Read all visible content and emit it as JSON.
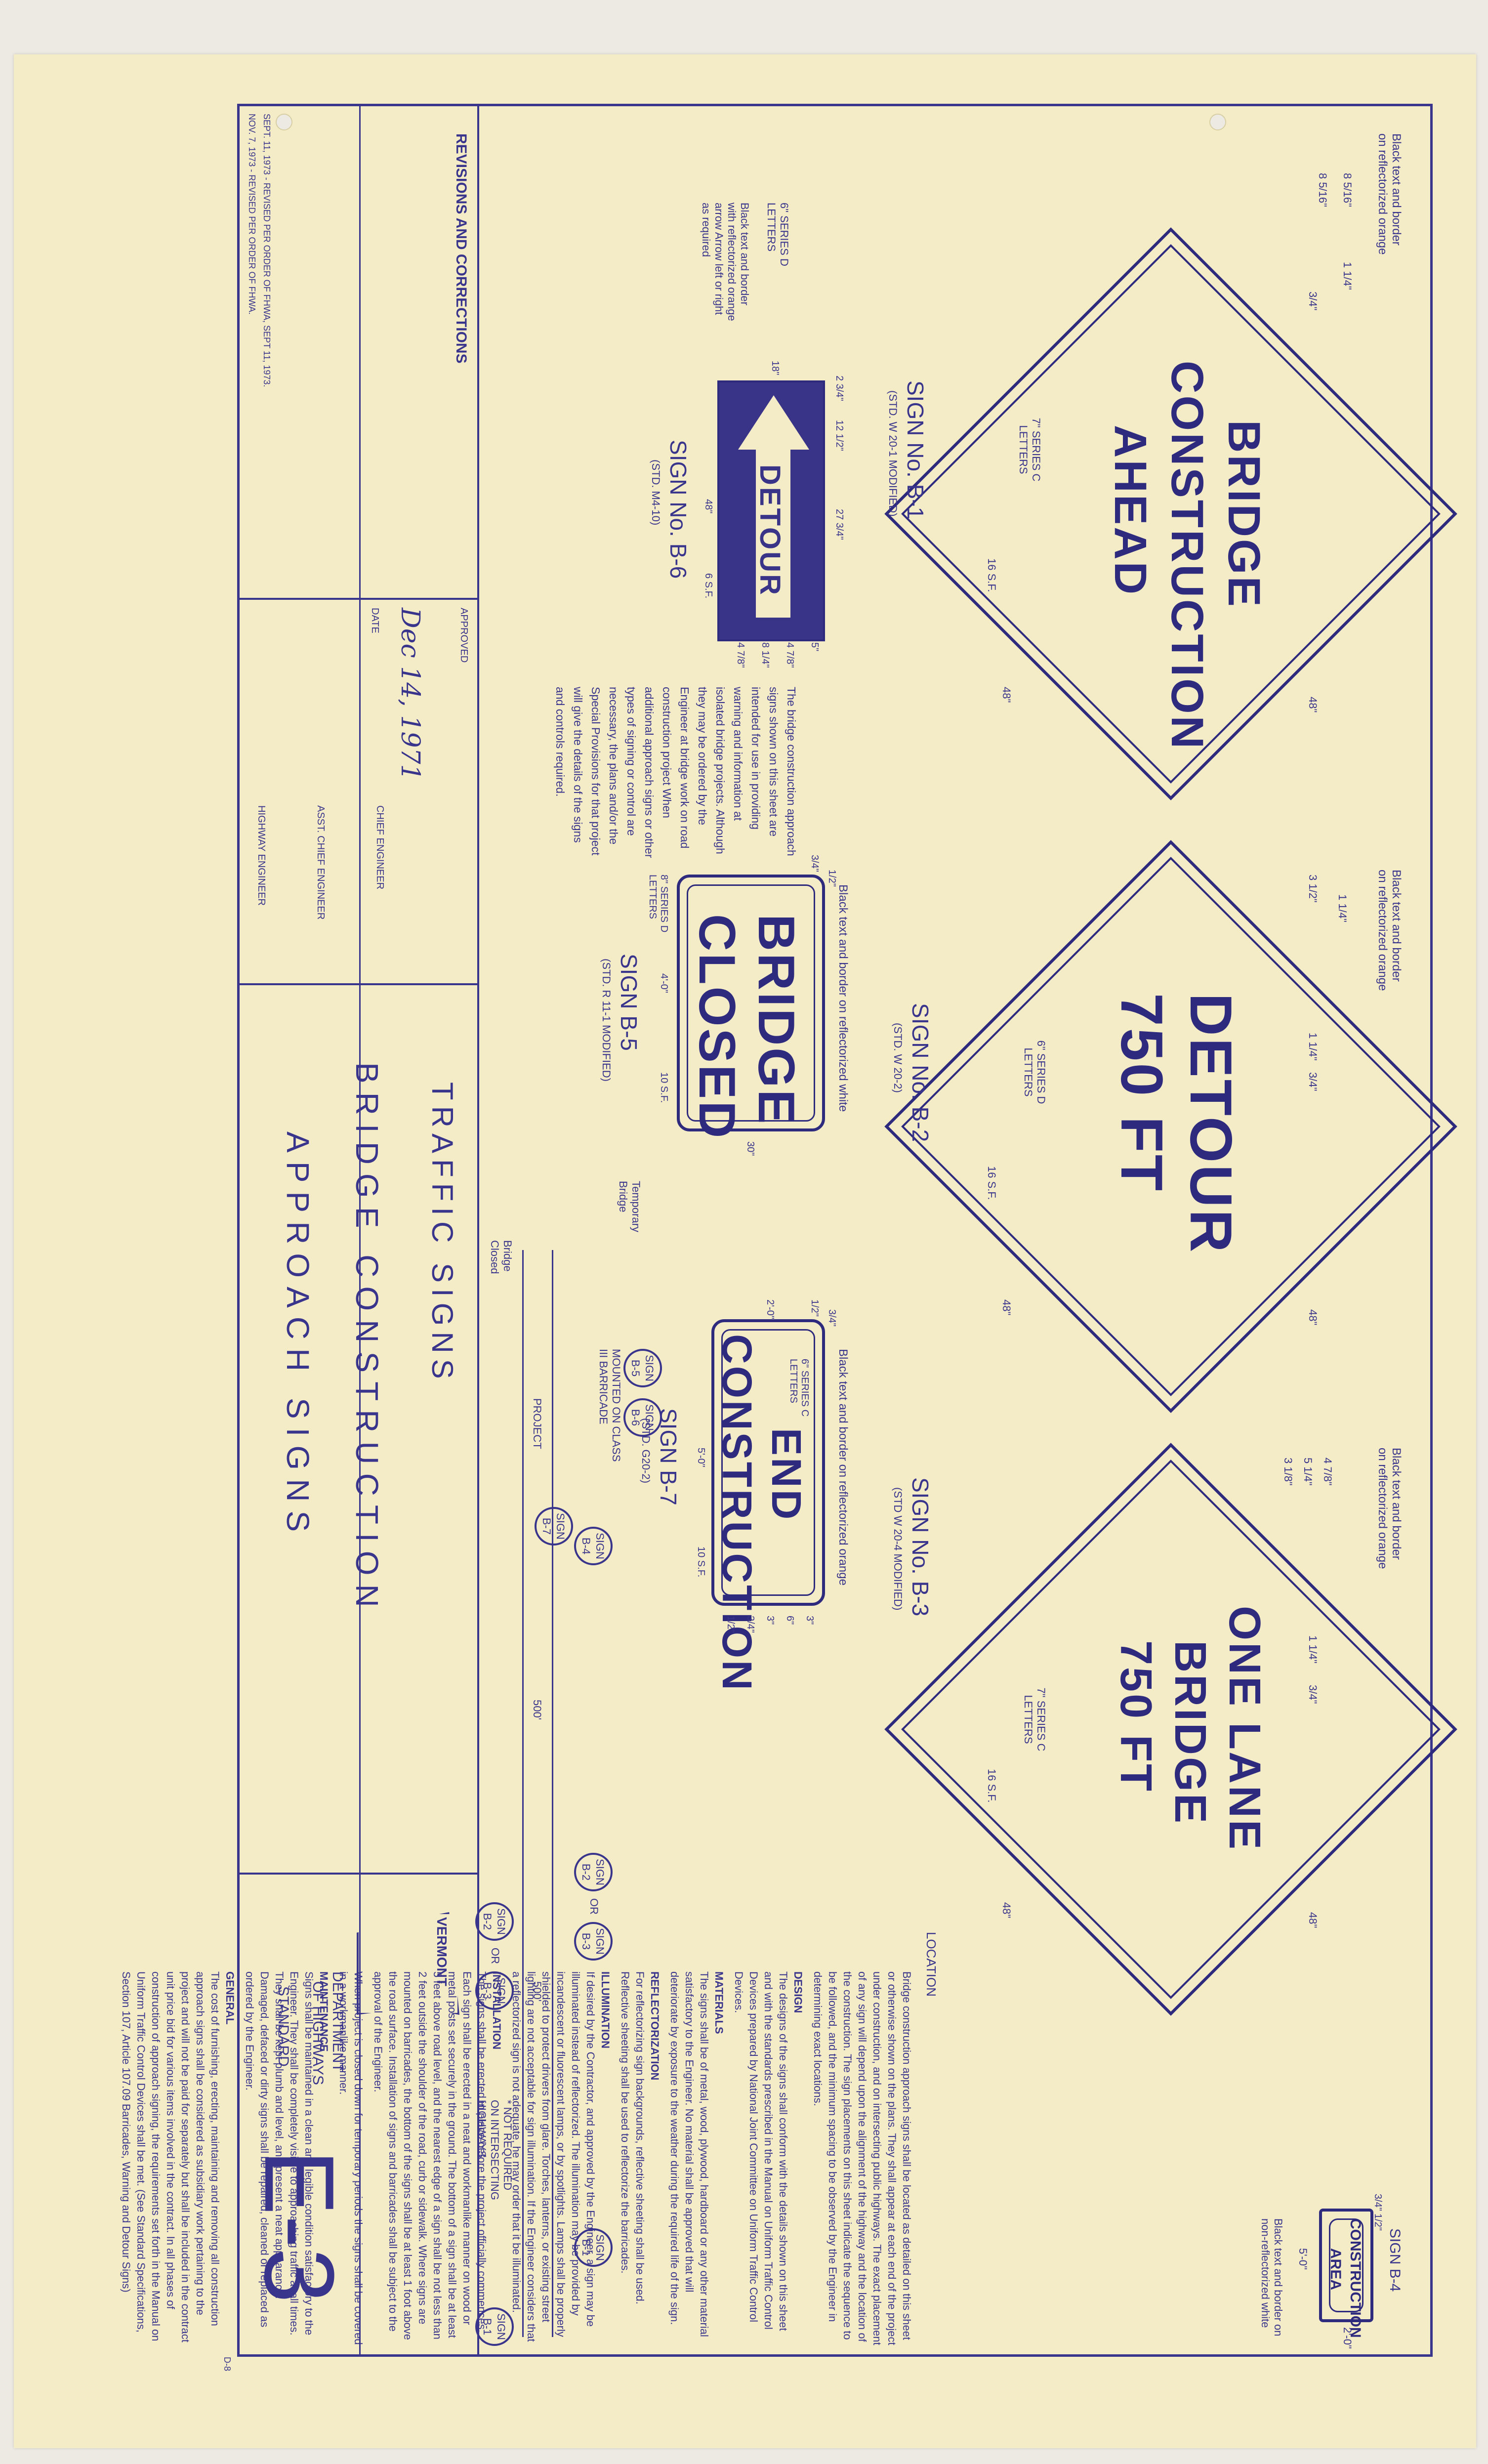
{
  "signs": {
    "b1": {
      "lines": [
        "BRIDGE",
        "CONSTRUCTION",
        "AHEAD"
      ],
      "note": "Black text and border on reflectorized orange",
      "caption": "SIGN No. B-1",
      "std": "(STD. W 20-1 MODIFIED)",
      "letters": "7\" SERIES C LETTERS",
      "dims": [
        "1 1/4\"",
        "3/4\"",
        "8 5/16\"",
        "8 5/16\"",
        "16 S.F.",
        "48\"",
        "48\""
      ]
    },
    "b2": {
      "lines": [
        "DETOUR",
        "750 FT"
      ],
      "note": "Black text and border on reflectorized orange",
      "caption": "SIGN No. B-2",
      "std": "(STD. W 20-2)",
      "letters": "6\" SERIES D LETTERS",
      "dims": [
        "1 1/4\"",
        "3 1/2\"",
        "1 1/4\"",
        "3/4\"",
        "16 S.F.",
        "48\"",
        "48\""
      ]
    },
    "b3": {
      "lines": [
        "ONE LANE",
        "BRIDGE",
        "750 FT"
      ],
      "note": "Black text and border on reflectorized orange",
      "caption": "SIGN No. B-3",
      "std": "(STD W 20-4 MODIFIED)",
      "letters": "7\" SERIES C LETTERS",
      "dims": [
        "4 7/8\"",
        "5 1/4\"",
        "3 1/8\"",
        "1 1/4\"",
        "3/4\"",
        "16 S.F.",
        "48\"",
        "48\""
      ]
    },
    "b4": {
      "lines": [
        "CONSTRUCTION",
        "AREA"
      ],
      "caption": "SIGN B-4",
      "note": "Black text and border on non-reflectorized white",
      "dims": [
        "3/4\"",
        "1/2\"",
        "5'-0\"",
        "2'-0\""
      ]
    },
    "b5": {
      "lines": [
        "BRIDGE",
        "CLOSED"
      ],
      "note": "Black text and border on reflectorized white",
      "caption": "SIGN B-5",
      "std": "(STD. R 11-1 MODIFIED)",
      "letters": "8\" SERIES D LETTERS",
      "dims": [
        "1/2\"",
        "3/4\"",
        "4'-0\"",
        "10 S.F.",
        "30\""
      ]
    },
    "b6": {
      "word": "DETOUR",
      "caption": "SIGN No. B-6",
      "std": "(STD. M4-10)",
      "letters": "6\" SERIES D LETTERS",
      "note": "Black text and border with reflectorized orange arrow Arrow left or right as required",
      "dims": [
        "2 3/4\"",
        "12 1/2\"",
        "27 3/4\"",
        "5\"",
        "18\"",
        "48\"",
        "6 S.F.",
        "4 7/8\"",
        "8 1/4\"",
        "4 7/8\""
      ]
    },
    "b7": {
      "lines": [
        "END",
        "CONSTRUCTION"
      ],
      "note": "Black text and border on reflectorized orange",
      "caption": "SIGN B-7",
      "std": "(STD. G20-2)",
      "letters": "6\" SERIES C LETTERS",
      "dims": [
        "3/4\"",
        "1/2\"",
        "2'-0\"",
        "5'-0\"",
        "10 S.F.",
        "3\"",
        "6\"",
        "3\"",
        "3/4\"",
        "1/2\""
      ]
    }
  },
  "approach_text": "The bridge construction approach signs shown on this sheet are intended for use in providing warning and information at isolated bridge projects. Although they may be ordered by the Engineer at bridge work on road construction project When additional approach signs or other types of signing or control are necessary, the plans and/or the Special Provisions for that project will give the details of the signs and controls required.",
  "layout": {
    "temporary_bridge": "Temporary Bridge",
    "bridge_closed": "Bridge Closed",
    "mounted": "MOUNTED ON CLASS III BARRICADE",
    "project": "PROJECT",
    "d500a": "500'",
    "d500b": "500'",
    "or1": "OR",
    "or2": "OR",
    "not_required": "* NOT REQUIRED ON INTERSECTING HIGHWAYS",
    "location": "LOCATION",
    "circles": {
      "b5": "SIGN B-5",
      "b6": "SIGN B-6",
      "b7": "SIGN B-7",
      "b4": "SIGN B-4",
      "b2a": "SIGN B-2",
      "b3a": "SIGN B-3",
      "b2b": "SIGN B-2",
      "b3b": "SIGN B-3",
      "b1a": "SIGN B-1",
      "b1b": "SIGN B-1"
    }
  },
  "notes": {
    "location": "Bridge construction approach signs shall be located as detailed on this sheet or otherwise shown on the plans. They shall appear at each end of the project under construction, and on intersecting public highways. The exact placement of any sign will depend upon the alignment of the highway and the location of the construction. The sign placements on this sheet indicate the sequence to be followed, and the minimum spacing to be observed by the Engineer in determining exact locations.",
    "design_h": "DESIGN",
    "design": "The designs of the signs shall conform with the details shown on this sheet and with the standards prescribed in the Manual on Uniform Traffic Control Devices prepared by National Joint Committee on Uniform Traffic Control Devices.",
    "materials_h": "MATERIALS",
    "materials": "The signs shall be of metal, wood, plywood, hardboard or any other material satisfactory to the Engineer. No material shall be approved that will deteriorate by exposure to the weather during the required life of the sign.",
    "reflect_h": "REFLECTORIZATION",
    "reflect": "For reflectorizing sign backgrounds, reflective sheeting shall be used. Reflective sheeting shall be used to reflectorize the barricades.",
    "illum_h": "ILLUMINATION",
    "illum": "If desired by the Contractor, and approved by the Engineer, a sign may be illuminated instead of reflectorized. The illumination may be provided by incandescent or fluorescent lamps, or by spotlights. Lamps shall be properly shielded to protect drivers from glare. Torches, lanterns, or existing street lighting are not acceptable for sign illumination. If the Engineer considers that a reflectorized sign is not adequate, he may order that it be illuminated.",
    "install_h": "INSTALLATION",
    "install": "The signs shall be erected in place before the project officially commences. Each sign shall be erected in a neat and workmanlike manner on wood or metal posts set securely in the ground. The bottom of a sign shall be at least 5 feet above road level, and the nearest edge of a sign shall be not less than 2 feet outside the shoulder of the road, curb or sidewalk. Where signs are mounted on barricades, the bottom of the signs shall be at least 1 foot above the road surface. Installation of signs and barricades shall be subject to the approval of the Engineer.",
    "closed": "When project is closed down for temporary periods the signs shall be covered in a workmanlike manner.",
    "maint_h": "MAINTENANCE",
    "maint": "Signs shall be maintained in a clean and legible condition satisfactory to the Engineer. They shall be completely visible to approaching traffic at all times. They shall be kept plumb and level, and present a neat appearance. Damaged, defaced or dirty signs shall be repaired, cleaned or replaced as ordered by the Engineer.",
    "general_h": "GENERAL",
    "general": "The cost of furnishing, erecting, maintaining and removing all construction approach signs shall be considered as subsidiary work pertaining to the project and will not be paid for separately but shall be included in the contract unit price bid for various items involved in the contract. In all phases of construction of approach signing, the requirements set forth in the Manual on Uniform Traffic Control Devices shall be met. (See Standard Specifications, Section 107, Article 107.09 Barricades, Warning and Detour Signs)"
  },
  "title_block": {
    "line1": "TRAFFIC SIGNS",
    "line2": "BRIDGE CONSTRUCTION",
    "line3": "APPROACH SIGNS",
    "revisions_h": "REVISIONS AND CORRECTIONS",
    "rev1": "SEPT. 11, 1973 - REVISED PER ORDER OF FHWA, SEPT 11, 1973.",
    "rev2": "NOV. 7, 1973 - REVISED PER ORDER OF FHWA.",
    "approved": "APPROVED",
    "date_label": "DATE",
    "date_value": "Dec 14, 1971",
    "chief": "CHIEF ENGINEER",
    "asst": "ASST. CHIEF ENGINEER",
    "hwy": "HIGHWAY ENGINEER",
    "vermont": "VERMONT",
    "department": "DEPARTMENT",
    "of_highways": "OF HIGHWAYS",
    "standard": "STANDARD",
    "sheet": "E-3",
    "d8": "D-8"
  }
}
